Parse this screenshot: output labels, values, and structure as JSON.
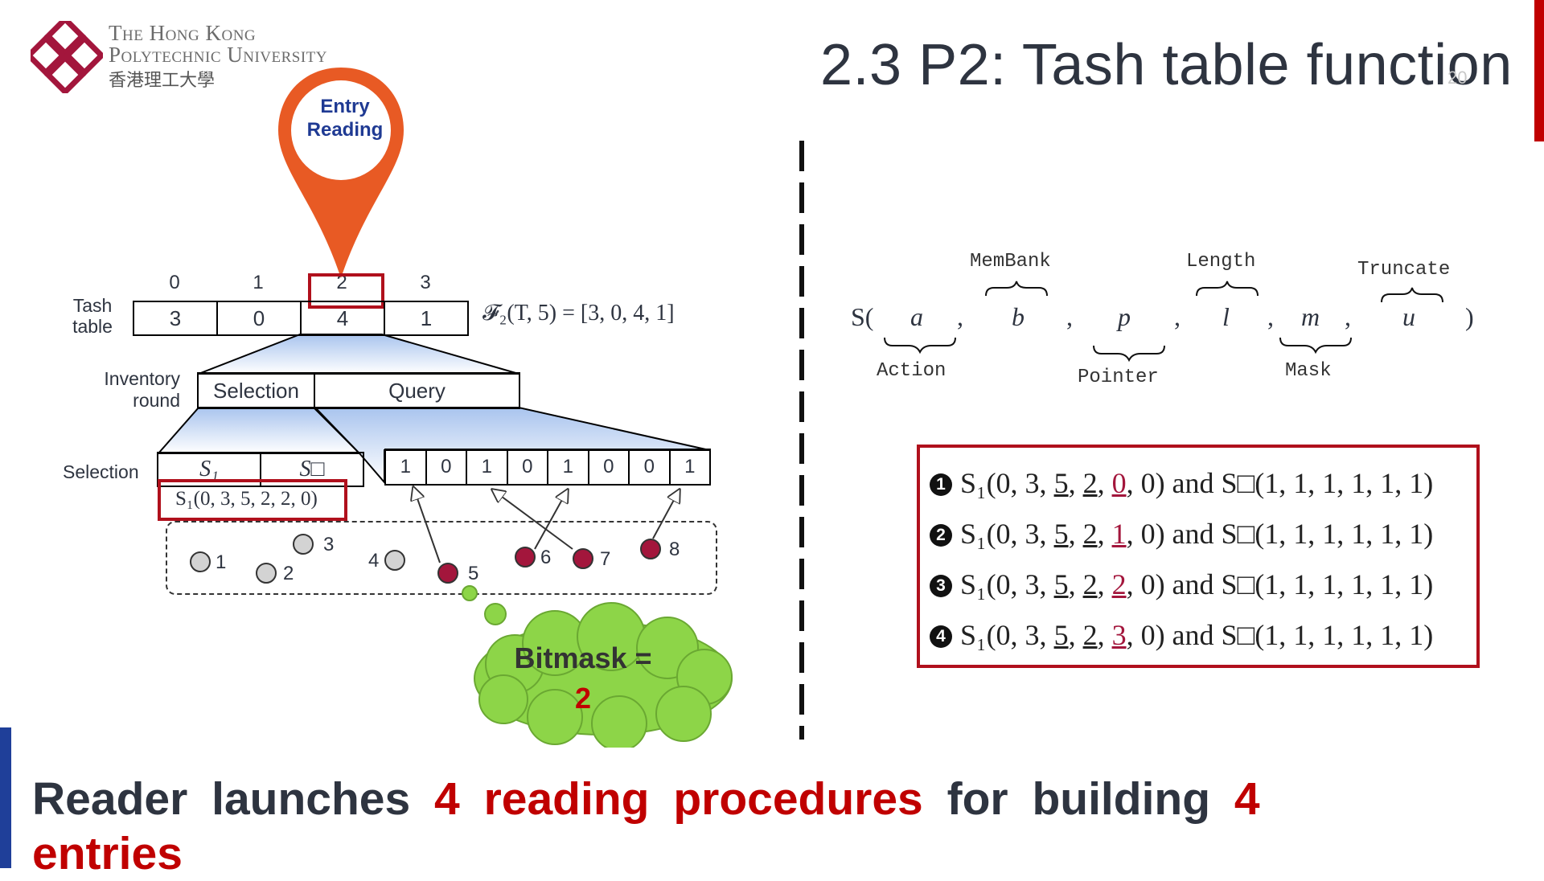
{
  "logo": {
    "line1": "The Hong Kong",
    "line2": "Polytechnic University",
    "line3": "香港理工大學"
  },
  "title": "2.3 P2: Tash table function",
  "page_number": "20",
  "pin_label_1": "Entry",
  "pin_label_2": "Reading",
  "tash": {
    "label_1": "Tash",
    "label_2": "table",
    "indices": [
      "0",
      "1",
      "2",
      "3"
    ],
    "values": [
      "3",
      "0",
      "4",
      "1"
    ],
    "formula": "𝓕₂(T, 5) = [3, 0, 4, 1]"
  },
  "inventory": {
    "label_1": "Inventory",
    "label_2": "round",
    "selection": "Selection",
    "query": "Query"
  },
  "selection": {
    "label": "Selection",
    "s1": "S₁",
    "sbox": "S□",
    "s1_expr": "S₁(0, 3, 5, 2, 2, 0)"
  },
  "bits": [
    "1",
    "0",
    "1",
    "0",
    "1",
    "0",
    "0",
    "1"
  ],
  "tags": [
    "1",
    "2",
    "3",
    "4",
    "5",
    "6",
    "7",
    "8"
  ],
  "bitmask": {
    "label": "Bitmask =",
    "value": "2"
  },
  "structure": {
    "prefix": "S(",
    "suffix": ")",
    "a": "a",
    "b": "b",
    "p": "p",
    "l": "l",
    "m": "m",
    "u": "u",
    "action": "Action",
    "membank": "MemBank",
    "pointer": "Pointer",
    "length": "Length",
    "mask": "Mask",
    "truncate": "Truncate"
  },
  "list": [
    {
      "num": "1",
      "before": "S₁(0, 3, ",
      "u1": "5",
      "u2": "2",
      "hl": "0",
      "after": ", 0) and S□(1, 1, 1, 1, 1, 1)"
    },
    {
      "num": "2",
      "before": "S₁(0, 3, ",
      "u1": "5",
      "u2": "2",
      "hl": "1",
      "after": ", 0) and S□(1, 1, 1, 1, 1, 1)"
    },
    {
      "num": "3",
      "before": "S₁(0, 3, ",
      "u1": "5",
      "u2": "2",
      "hl": "2",
      "after": ", 0) and S□(1, 1, 1, 1, 1, 1)"
    },
    {
      "num": "4",
      "before": "S₁(0, 3, ",
      "u1": "5",
      "u2": "2",
      "hl": "3",
      "after": ", 0) and S□(1, 1, 1, 1, 1, 1)"
    }
  ],
  "bottom": {
    "w1": "Reader",
    "w2": "launches",
    "w3": "4",
    "w4": "reading",
    "w5": "procedures",
    "w6": "for",
    "w7": "building",
    "w8": "4",
    "w9": "entries"
  },
  "colors": {
    "accent_red": "#c00000",
    "pin_orange": "#e85a24",
    "cloud_green": "#8dd548",
    "tag_red": "#a3163c"
  }
}
